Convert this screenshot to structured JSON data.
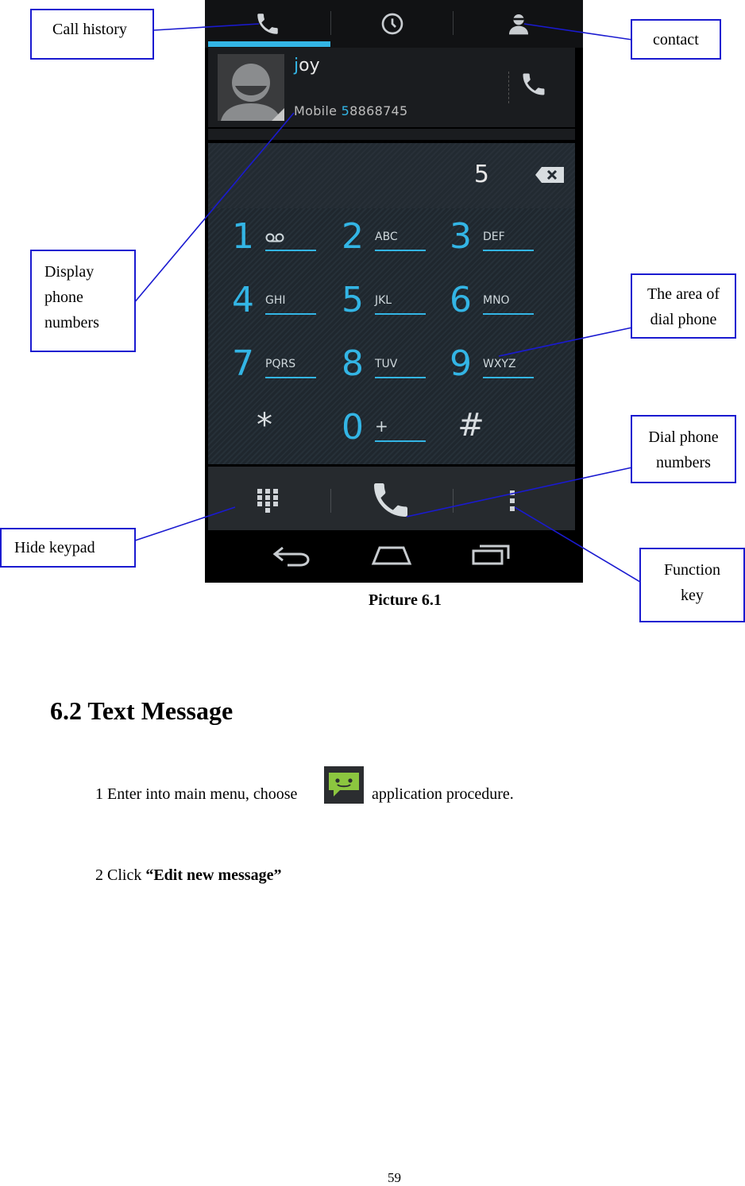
{
  "phone": {
    "contact_name_highlight": "j",
    "contact_name_rest": "oy",
    "contact_number_prefix": "Mobile ",
    "contact_number_highlight": "5",
    "contact_number_rest": "8868745",
    "dialed_digits": "5",
    "keys": [
      {
        "num": "1",
        "sub": ""
      },
      {
        "num": "2",
        "sub": "ABC"
      },
      {
        "num": "3",
        "sub": "DEF"
      },
      {
        "num": "4",
        "sub": "GHI"
      },
      {
        "num": "5",
        "sub": "JKL"
      },
      {
        "num": "6",
        "sub": "MNO"
      },
      {
        "num": "7",
        "sub": "PQRS"
      },
      {
        "num": "8",
        "sub": "TUV"
      },
      {
        "num": "9",
        "sub": "WXYZ"
      },
      {
        "num": "*",
        "sub": ""
      },
      {
        "num": "0",
        "sub": "+"
      },
      {
        "num": "#",
        "sub": ""
      }
    ],
    "accent_color": "#33b5e5"
  },
  "callouts": {
    "call_history": "Call history",
    "contact": "contact",
    "display_phone_numbers_1": "Display",
    "display_phone_numbers_2": "phone",
    "display_phone_numbers_3": "numbers",
    "area_of_dial_1": "The area of",
    "area_of_dial_2": "dial phone",
    "dial_phone_numbers_1": "Dial phone",
    "dial_phone_numbers_2": "numbers",
    "hide_keypad": "Hide keypad",
    "function_key_1": "Function",
    "function_key_2": "key"
  },
  "document": {
    "caption": "Picture 6.1",
    "section_title": "6.2 Text Message",
    "step1_text": "1 Enter into main menu, choose",
    "step1_rest": "application procedure.",
    "step2_prefix": "2 Click ",
    "step2_bold": "“Edit new message”",
    "page_number": "59"
  },
  "icons": [
    "phone-tab-icon",
    "clock-icon",
    "contact-person-icon",
    "call-icon",
    "backspace-icon",
    "voicemail-icon",
    "dialpad-icon",
    "dial-call-icon",
    "overflow-menu-icon",
    "back-nav-icon",
    "home-nav-icon",
    "recents-nav-icon",
    "messaging-app-icon"
  ]
}
